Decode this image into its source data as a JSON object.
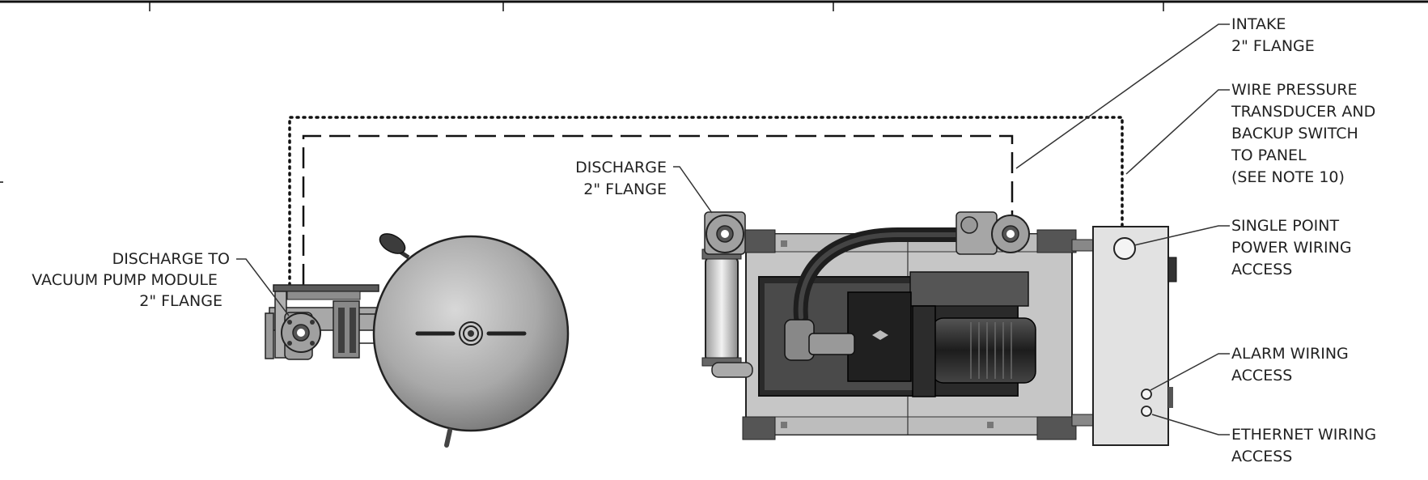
{
  "labels": {
    "discharge_to_pump": [
      "DISCHARGE TO",
      "VACUUM PUMP MODULE",
      "2\" FLANGE"
    ],
    "discharge_flange": [
      "DISCHARGE",
      "2\" FLANGE"
    ],
    "intake_flange": [
      "INTAKE",
      "2\" FLANGE"
    ],
    "wire_transducer": [
      "WIRE PRESSURE",
      "TRANSDUCER AND",
      "BACKUP SWITCH",
      "TO PANEL",
      "(SEE NOTE 10)"
    ],
    "single_point_power": [
      "SINGLE POINT",
      "POWER WIRING",
      "ACCESS"
    ],
    "alarm_wiring": [
      "ALARM WIRING",
      "ACCESS"
    ],
    "ethernet_wiring": [
      "ETHERNET WIRING",
      "ACCESS"
    ]
  },
  "colors": {
    "line": "#222222",
    "metal_light": "#c9c9c9",
    "metal_mid": "#8c8c8c",
    "metal_dark": "#3a3a3a",
    "panel": "#e2e2e2"
  }
}
